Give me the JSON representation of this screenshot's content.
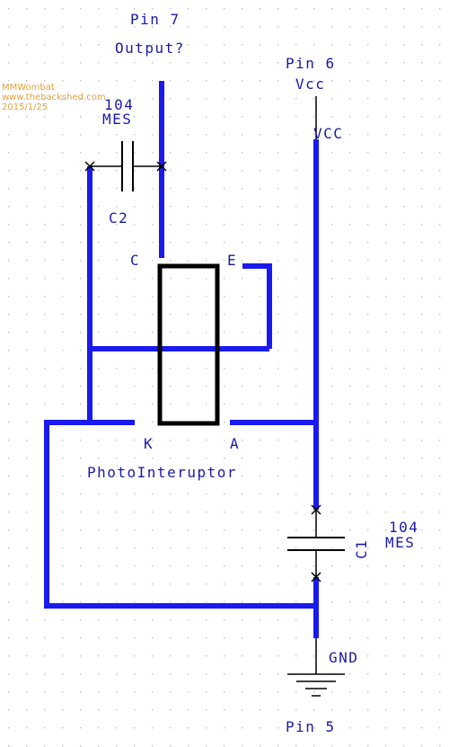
{
  "watermark": {
    "author": "MMWombat",
    "site": "www.thebackshed.com",
    "date": "2015/1/25"
  },
  "pins": {
    "pin7": "Pin 7",
    "pin7_note": "Output?",
    "pin6": "Pin 6",
    "pin6_net": "Vcc",
    "pin5": "Pin 5"
  },
  "nets": {
    "vcc": "VCC",
    "gnd": "GND"
  },
  "c2": {
    "value": "104",
    "type": "MES",
    "ref": "C2"
  },
  "c1": {
    "value": "104",
    "type": "MES",
    "ref": "C1"
  },
  "photo": {
    "name": "PhotoInteruptor",
    "pin_c": "C",
    "pin_e": "E",
    "pin_k": "K",
    "pin_a": "A"
  },
  "colors": {
    "wire": "#1a1aee",
    "label": "#1a1aa6",
    "component": "#000000",
    "watermark": "#e3a23a",
    "grid": "#c0c0c0"
  }
}
